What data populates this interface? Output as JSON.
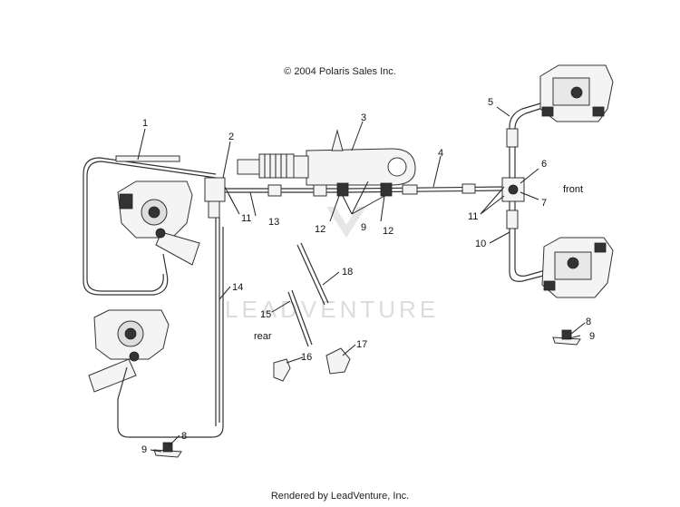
{
  "copyright": "© 2004 Polaris Sales Inc.",
  "footer": "Rendered by LeadVenture, Inc.",
  "watermark": "LEADVENTURE",
  "annotations": {
    "front": "front",
    "rear": "rear"
  },
  "callouts": [
    "1",
    "2",
    "3",
    "4",
    "5",
    "6",
    "7",
    "8",
    "8",
    "9",
    "9",
    "9",
    "10",
    "11",
    "11",
    "12",
    "12",
    "13",
    "14",
    "15",
    "16",
    "17",
    "18"
  ]
}
